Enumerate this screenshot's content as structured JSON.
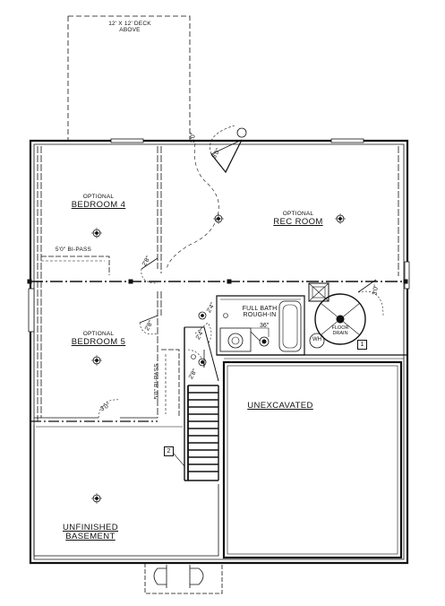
{
  "labels": {
    "deck_line1": "12' X 12' DECK",
    "deck_line2": "ABOVE",
    "bed4_optional": "OPTIONAL",
    "bed4_name": "BEDROOM 4",
    "rec_optional": "OPTIONAL",
    "rec_name": "REC ROOM",
    "bed5_optional": "OPTIONAL",
    "bed5_name": "BEDROOM 5",
    "bath_line1": "FULL BATH",
    "bath_line2": "ROUGH-IN",
    "floor_drain_line1": "FLOOR",
    "floor_drain_line2": "DRAIN",
    "wh": "WH",
    "unexcavated": "UNEXCAVATED",
    "basement_line1": "UNFINISHED",
    "basement_line2": "BASEMENT",
    "bipass_upper": "5'0\" BI-PASS",
    "bipass_lower": "5'0\" BI-PASS",
    "tag_1": "1",
    "tag_2": "2"
  },
  "dimensions": {
    "door_top": "3'0\"",
    "door_top2": "3'0\"",
    "bed4_door": "2'8\"",
    "bed5_door": "2'8\"",
    "bath_door": "2'4\"",
    "stair_door": "2'8\"",
    "bath_door2": "2'4\"",
    "shower": "36\"",
    "mech_door": "3'0\"",
    "bed5_bottom_door": "3'0\""
  }
}
